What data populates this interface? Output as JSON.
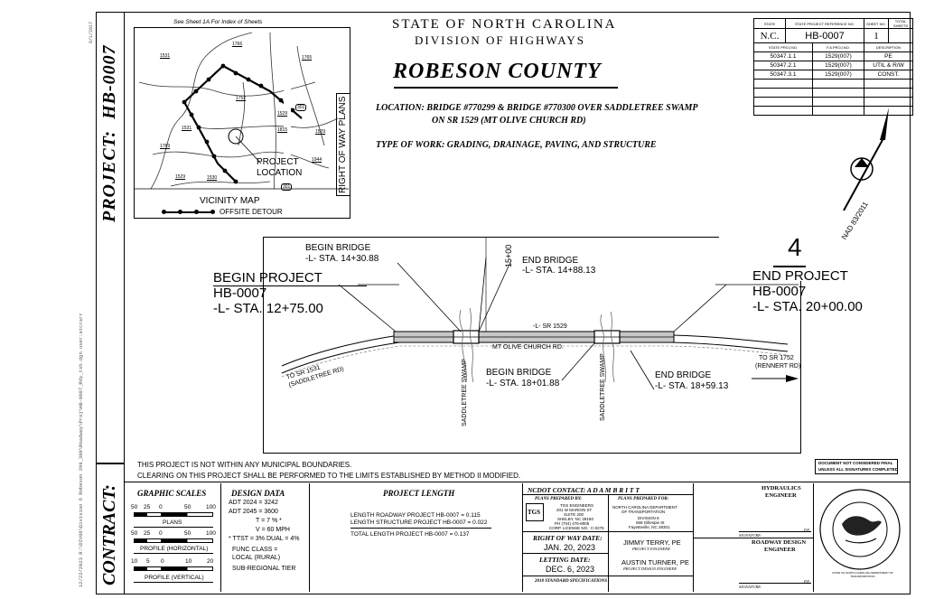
{
  "sheet_index_note": "See Sheet 1A For Index of Sheets",
  "sidebar": {
    "project_label": "PROJECT:",
    "project_id": "HB-0007",
    "contract_label": "CONTRACT:",
    "filepath": "12/22/2023 R:\\DIV06\\Division 6 Robeson 299_300\\Roadway\\Proj\\HB-0007_Rdy_tsh.dgn user:atcrarr",
    "top_note": "8/1/2017"
  },
  "header": {
    "state": "STATE OF NORTH CAROLINA",
    "division": "DIVISION OF HIGHWAYS",
    "county": "ROBESON COUNTY",
    "location_line1": "LOCATION: BRIDGE #770299 & BRIDGE #770300 OVER SADDLETREE SWAMP",
    "location_line2": "ON SR 1529 (MT OLIVE CHURCH RD)",
    "type_of_work": "TYPE OF WORK: GRADING, DRAINAGE, PAVING, AND STRUCTURE"
  },
  "ref_table": {
    "col_state": "STATE",
    "col_project": "STATE PROJECT REFERENCE NO.",
    "col_sheet": "SHEET NO.",
    "col_total": "TOTAL SHEETS",
    "state": "N.C.",
    "project": "HB-0007",
    "sheet": "1",
    "sub_headers": [
      "STATE PROJ.NO.",
      "F.A.PROJ.NO.",
      "DESCRIPTION"
    ],
    "rows": [
      [
        "50347.1.1",
        "1529(007)",
        "PE"
      ],
      [
        "50347.2.1",
        "1529(007)",
        "UTIL & R/W"
      ],
      [
        "50347.3.1",
        "1529(007)",
        "CONST."
      ]
    ]
  },
  "vicinity": {
    "title": "VICINITY MAP",
    "detour": "OFFSITE DETOUR",
    "project_location": "PROJECT LOCATION",
    "row_label": "RIGHT OF WAY PLANS",
    "roads": [
      "1766",
      "1531",
      "1765",
      "1752",
      "1529",
      "301",
      "1815",
      "1531",
      "1529",
      "1769",
      "1944",
      "1529",
      "1530",
      "301"
    ]
  },
  "north": {
    "label": "NAD 83/2011"
  },
  "plan": {
    "sheet_num": "4",
    "begin_project": "BEGIN PROJECT",
    "begin_id": "HB-0007",
    "begin_sta": "-L- STA. 12+75.00",
    "end_project": "END PROJECT",
    "end_id": "HB-0007",
    "end_sta": "-L- STA. 20+00.00",
    "bb1_title": "BEGIN BRIDGE",
    "bb1_sta": "-L- STA. 14+30.88",
    "eb1_title": "END BRIDGE",
    "eb1_sta": "-L- STA. 14+88.13",
    "station_15": "15+00",
    "bb2_title": "BEGIN BRIDGE",
    "bb2_sta": "-L- STA. 18+01.88",
    "eb2_title": "END BRIDGE",
    "eb2_sta": "-L- STA. 18+59.13",
    "road_label": "-L-   SR 1529",
    "road_name": "MT OLIVE CHURCH RD.",
    "to_sr1531": "TO SR 1531 (SADDLETREE RD)",
    "to_sr1752": "TO SR 1752",
    "rennert": "(RENNERT RD)",
    "swamp1": "SADDLETREE SWAMP",
    "swamp2": "SADDLETREE SWAMP"
  },
  "notes": {
    "municipal": "THIS PROJECT IS NOT WITHIN ANY MUNICIPAL BOUNDARIES.",
    "clearing": "CLEARING ON THIS PROJECT SHALL BE PERFORMED TO THE LIMITS ESTABLISHED BY METHOD II MODIFIED.",
    "doc_final_1": "DOCUMENT NOT CONSIDERED FINAL",
    "doc_final_2": "UNLESS ALL SIGNATURES COMPLETED"
  },
  "graphic_scales": {
    "title": "GRAPHIC SCALES",
    "plans_ticks": [
      "50",
      "25",
      "0",
      "50",
      "100"
    ],
    "plans_label": "PLANS",
    "prof_h_ticks": [
      "50",
      "25",
      "0",
      "50",
      "100"
    ],
    "prof_h_label": "PROFILE (HORIZONTAL)",
    "prof_v_ticks": [
      "10",
      "5",
      "0",
      "10",
      "20"
    ],
    "prof_v_label": "PROFILE (VERTICAL)"
  },
  "design_data": {
    "title": "DESIGN DATA",
    "lines": [
      "ADT 2024 =  3242",
      "ADT 2045 =  3600",
      "T  =  7  % *",
      "V  =  60 MPH",
      "* TTST = 3% DUAL = 4%",
      "FUNC CLASS =",
      "LOCAL (RURAL)",
      "SUB-REGIONAL TIER"
    ]
  },
  "project_length": {
    "title": "PROJECT LENGTH",
    "line1": "LENGTH ROADWAY PROJECT HB-0007 = 0.115",
    "line2": "LENGTH STRUCTURE PROJECT HB-0007 = 0.022",
    "total": "TOTAL LENGTH PROJECT HB-0007    = 0.137"
  },
  "contact": {
    "ncdot_contact": "NCDOT CONTACT:  A D A M   B R I T T",
    "plans_prepared_by": "PLANS PREPARED BY:",
    "firm_logo": "TGS",
    "firm_lines": [
      "TGS ENGINEERS",
      "201 W MARION ST",
      "SUITE 200",
      "SHELBY, NC 28150",
      "PH (704) 476-8005",
      "CORP. LICENSE NO.: C-0275"
    ],
    "prepared_for": "PLANS PREPARED FOR:",
    "for_lines": [
      "NORTH CAROLINA DEPARTMENT",
      "OF TRANSPORTATION",
      "DIVISION 6",
      "558 Gillespie St",
      "Fayetteville, NC 28301"
    ],
    "row_date_label": "RIGHT OF WAY DATE:",
    "row_date": "JAN. 20, 2023",
    "letting_label": "LETTING DATE:",
    "letting_date": "DEC. 6, 2023",
    "pe1_name": "JIMMY TERRY, PE",
    "pe1_title": "PROJECT ENGINEER",
    "pe2_name": "AUSTIN TURNER, PE",
    "pe2_title": "PROJECT DESIGN ENGINEER",
    "std_specs": "2018 STANDARD SPECIFICATIONS"
  },
  "signatures": {
    "hydraulics_1": "HYDRAULICS",
    "hydraulics_2": "ENGINEER",
    "roadway_1": "ROADWAY DESIGN",
    "roadway_2": "ENGINEER",
    "signature": "SIGNATURE:",
    "pe": "P.E."
  },
  "seal": {
    "text": "STATE OF NORTH CAROLINA DEPARTMENT OF TRANSPORTATION"
  }
}
